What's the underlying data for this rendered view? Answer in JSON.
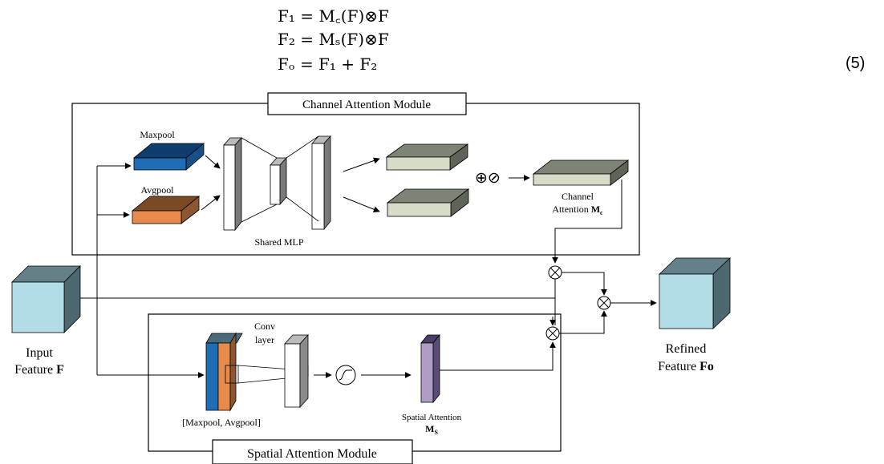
{
  "equations": {
    "f1": "F₁ = M꜀(F)⊗F",
    "f2": "F₂ = Mₛ(F)⊗F",
    "fo": "Fₒ = F₁ + F₂",
    "number": "(5)"
  },
  "channel_module": {
    "title": "Channel Attention Module",
    "maxpool": "Maxpool",
    "avgpool": "Avgpool",
    "shared_mlp": "Shared MLP",
    "ops": "⊕⊘",
    "channel_attention_line1": "Channel",
    "channel_attention_line2": "Attention ",
    "channel_attention_symbol": "M",
    "channel_attention_sub": "c"
  },
  "spatial_module": {
    "title": "Spatial Attention Module",
    "conv_line1": "Conv",
    "conv_line2": "layer",
    "stack_label": "[Maxpool, Avgpool]",
    "spatial_attention_line1": "Spatial Attention",
    "spatial_attention_symbol": "M",
    "spatial_attention_sub": "S"
  },
  "input": {
    "line1": "Input",
    "line2": "Feature ",
    "symbol": "F"
  },
  "output": {
    "line1": "Refined",
    "line2": "Feature ",
    "symbol": "Fo"
  },
  "colors": {
    "maxpool": "#1f6db4",
    "avgpool": "#e88a4b",
    "feature_front": "#b3dde6",
    "feature_top": "#64818a",
    "mlp_output": "#d6dcc7",
    "mlp_output_top": "#8a8f7e",
    "spatial_map": "#b09dc6",
    "spatial_map_side": "#5a4a78"
  }
}
